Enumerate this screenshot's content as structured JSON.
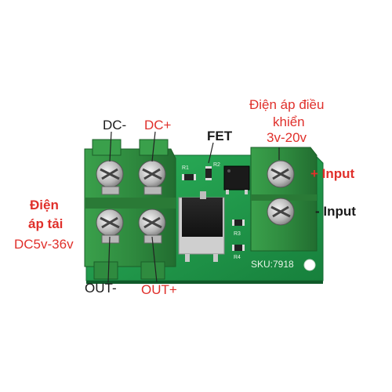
{
  "labels": {
    "dc_minus": "DC-",
    "dc_plus": "DC+",
    "fet": "FET",
    "control_voltage_line1": "Điện áp điều",
    "control_voltage_line2": "khiển",
    "control_voltage_range": "3v-20v",
    "plus_input": "+ Input",
    "minus_input": "- Input",
    "load_voltage_line1": "Điện",
    "load_voltage_line2": "áp tải",
    "load_voltage_range": "DC5v-36v",
    "out_minus": "OUT-",
    "out_plus": "OUT+"
  },
  "board": {
    "silkscreen": "SKU:7918",
    "r1": "R1",
    "r2": "R2",
    "r3": "R3",
    "r4": "R4"
  },
  "colors": {
    "pcb": "#1f9a4a",
    "terminal": "#2e8b3e",
    "label_red": "#e0302b",
    "label_black": "#1a1a1a"
  }
}
